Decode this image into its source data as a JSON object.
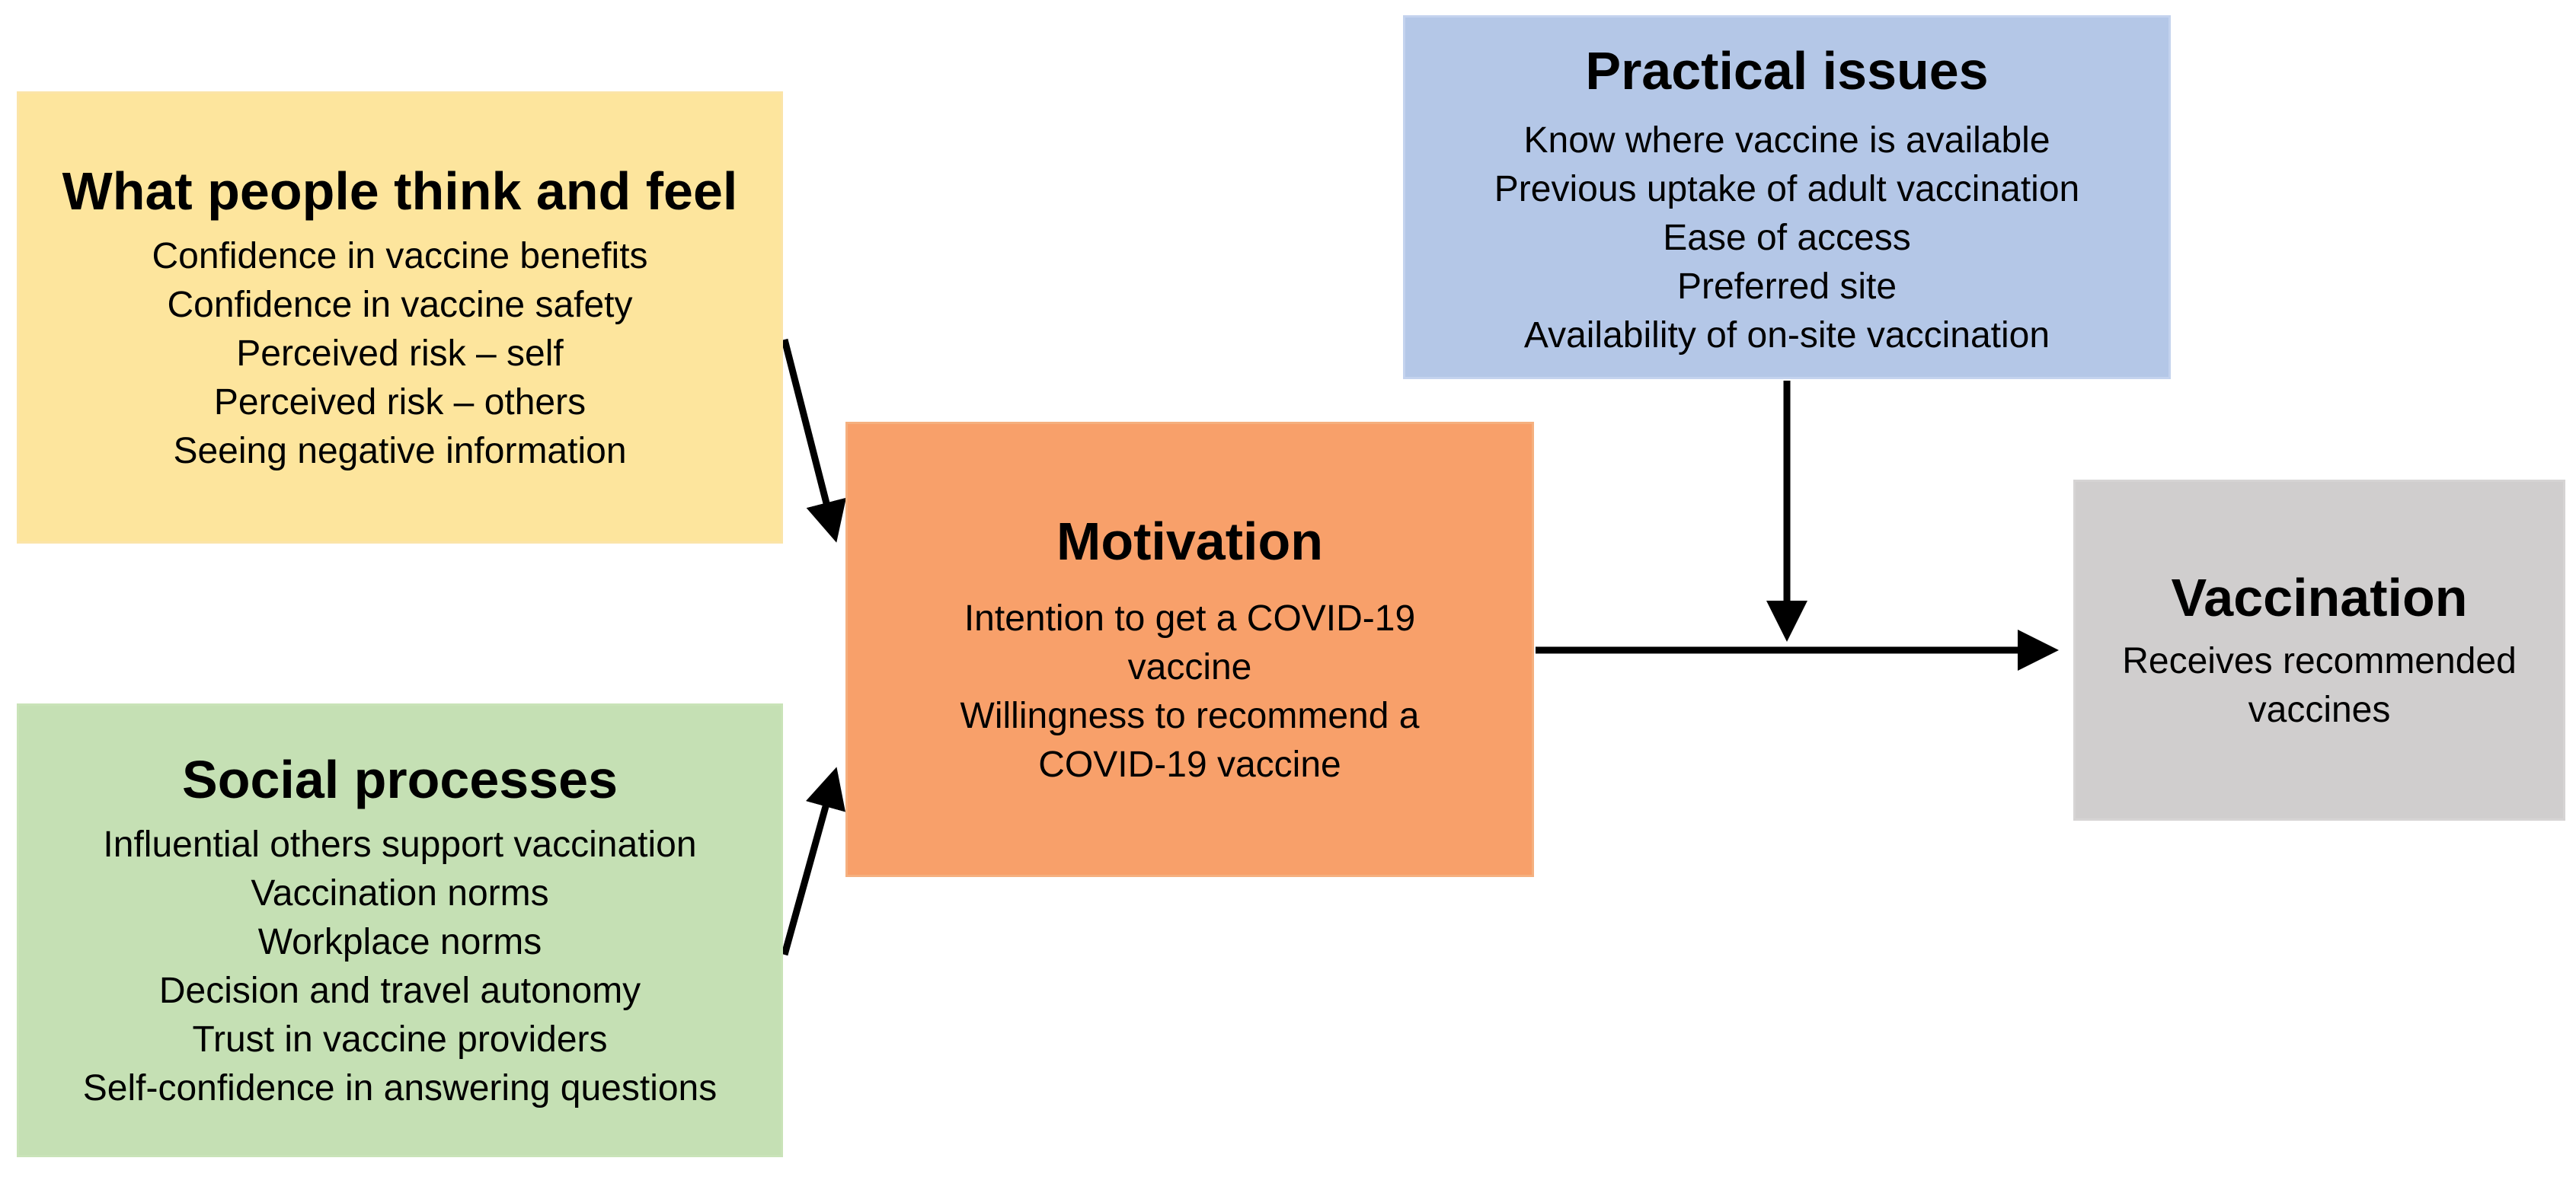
{
  "think_feel": {
    "title": "What people think and feel",
    "items": [
      "Confidence in vaccine benefits",
      "Confidence in vaccine safety",
      "Perceived risk – self",
      "Perceived risk – others",
      "Seeing negative information"
    ]
  },
  "social": {
    "title": "Social processes",
    "items": [
      "Influential others support vaccination",
      "Vaccination norms",
      "Workplace norms",
      "Decision and travel autonomy",
      "Trust in vaccine providers",
      "Self-confidence in answering questions"
    ]
  },
  "practical": {
    "title": "Practical issues",
    "items": [
      "Know where vaccine is available",
      "Previous uptake of adult vaccination",
      "Ease of access",
      "Preferred site",
      "Availability of on-site vaccination"
    ]
  },
  "motivation": {
    "title": "Motivation",
    "items": [
      "Intention to get a COVID-19 vaccine",
      "Willingness to recommend a COVID-19 vaccine"
    ]
  },
  "vaccination": {
    "title": "Vaccination",
    "items": [
      "Receives recommended vaccines"
    ]
  },
  "colors": {
    "think_feel": "#fde59d",
    "social": "#c5e0b4",
    "practical": "#b4c7e7",
    "motivation": "#f8a06a",
    "vaccination": "#d0cece",
    "arrow": "#000000"
  }
}
